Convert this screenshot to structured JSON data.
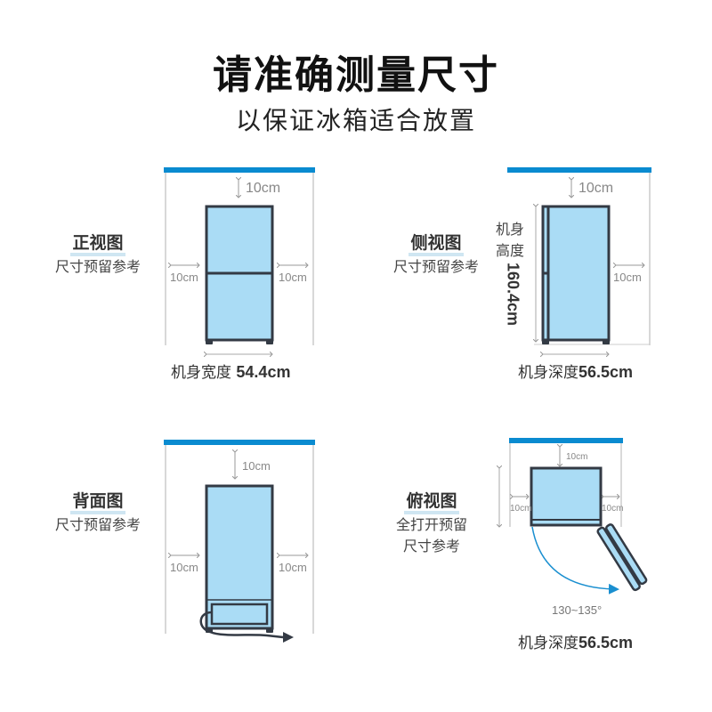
{
  "header": {
    "title": "请准确测量尺寸",
    "subtitle": "以保证冰箱适合放置"
  },
  "colors": {
    "wall_bar": "#0a8bd0",
    "fridge_fill": "#aadcf5",
    "fridge_outline": "#333a44",
    "guide_line": "#cccccc",
    "arc_arrow": "#1a8fd0"
  },
  "views": [
    {
      "name": "正视图",
      "desc": "尺寸预留参考",
      "top_clearance": "10cm",
      "left_clearance": "10cm",
      "right_clearance": "10cm",
      "measure_label": "机身宽度",
      "measure_value": "54.4cm"
    },
    {
      "name": "侧视图",
      "desc": "尺寸预留参考",
      "top_clearance": "10cm",
      "right_clearance": "10cm",
      "height_label_1": "机身",
      "height_label_2": "高度",
      "height_value": "160.4cm",
      "measure_label": "机身深度",
      "measure_value": "56.5cm"
    },
    {
      "name": "背面图",
      "desc": "尺寸预留参考",
      "top_clearance": "10cm",
      "left_clearance": "10cm",
      "right_clearance": "10cm"
    },
    {
      "name": "俯视图",
      "desc_line1": "全打开预留",
      "desc_line2": "尺寸参考",
      "top_clearance": "10cm",
      "left_clearance": "10cm",
      "right_clearance": "10cm",
      "door_angle": "130~135°",
      "measure_label": "机身深度",
      "measure_value": "56.5cm"
    }
  ]
}
